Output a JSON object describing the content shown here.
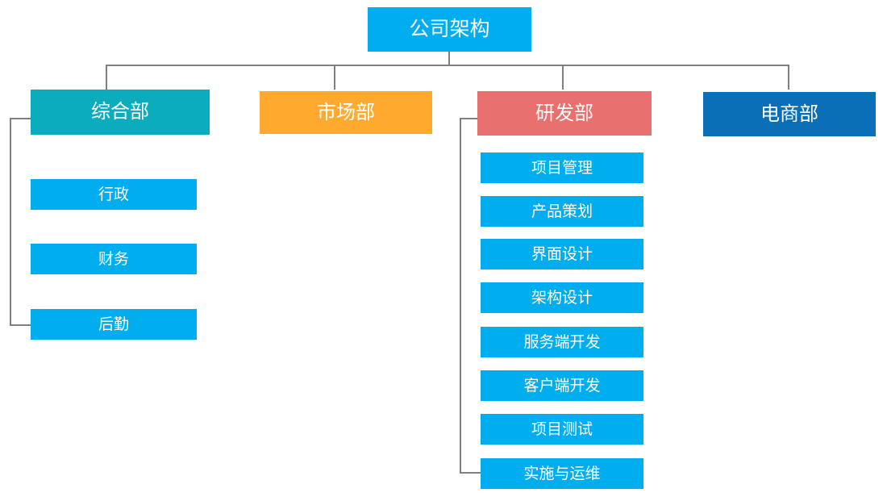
{
  "chart_data": {
    "type": "diagram",
    "title": "公司架构",
    "diagram_kind": "organization-chart",
    "orientation": "top-down",
    "colors": {
      "root": "#00ADEF",
      "leaf": "#00ADEF",
      "connector": "#808080",
      "background": "#FFFFFF",
      "text": "#FFFFFF",
      "dept_comprehensive": "#0BACBD",
      "dept_marketing": "#FFAA2E",
      "dept_rd": "#E8706F",
      "dept_ecommerce": "#0B6FB8"
    },
    "root": {
      "label": "公司架构",
      "color": "#00ADEF"
    },
    "departments": [
      {
        "label": "综合部",
        "color": "#0BACBD",
        "children": [
          "行政",
          "财务",
          "后勤"
        ]
      },
      {
        "label": "市场部",
        "color": "#FFAA2E",
        "children": []
      },
      {
        "label": "研发部",
        "color": "#E8706F",
        "children": [
          "项目管理",
          "产品策划",
          "界面设计",
          "架构设计",
          "服务端开发",
          "客户端开发",
          "项目测试",
          "实施与运维"
        ]
      },
      {
        "label": "电商部",
        "color": "#0B6FB8",
        "children": []
      }
    ]
  },
  "chart": {
    "root": {
      "label": "公司架构"
    },
    "departments": [
      {
        "label": "综合部"
      },
      {
        "label": "市场部"
      },
      {
        "label": "研发部"
      },
      {
        "label": "电商部"
      }
    ],
    "comprehensive_children": [
      {
        "label": "行政"
      },
      {
        "label": "财务"
      },
      {
        "label": "后勤"
      }
    ],
    "rd_children": [
      {
        "label": "项目管理"
      },
      {
        "label": "产品策划"
      },
      {
        "label": "界面设计"
      },
      {
        "label": "架构设计"
      },
      {
        "label": "服务端开发"
      },
      {
        "label": "客户端开发"
      },
      {
        "label": "项目测试"
      },
      {
        "label": "实施与运维"
      }
    ]
  }
}
